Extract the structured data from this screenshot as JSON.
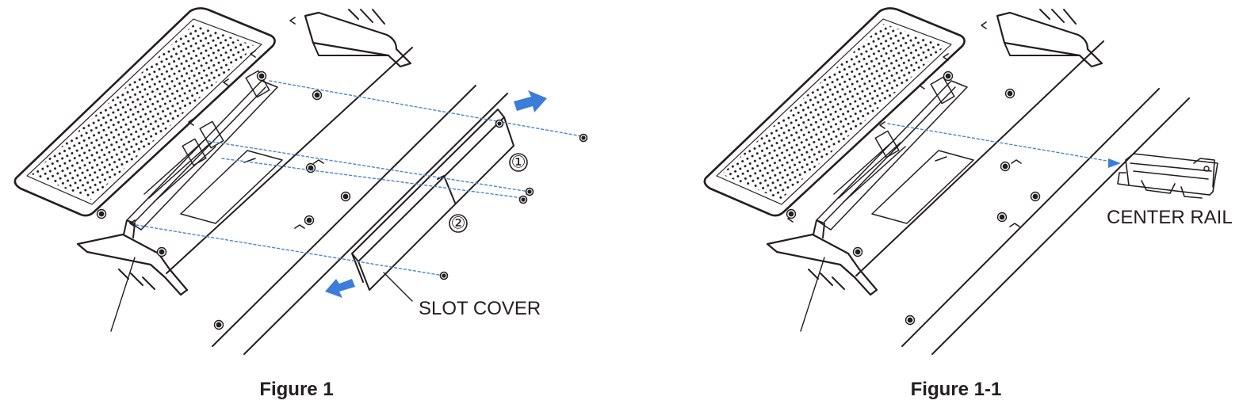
{
  "figures": [
    {
      "caption": "Figure 1",
      "callouts": {
        "slot_cover": "SLOT COVER"
      },
      "steps": [
        "①",
        "②"
      ]
    },
    {
      "caption": "Figure 1-1",
      "callouts": {
        "center_rail": "CENTER RAIL"
      }
    }
  ],
  "colors": {
    "line": "#231f20",
    "guide": "#4a86c8",
    "arrow": "#3b7dd8"
  },
  "icons": [
    "right-arrow-icon",
    "left-arrow-icon",
    "screw-icon"
  ]
}
